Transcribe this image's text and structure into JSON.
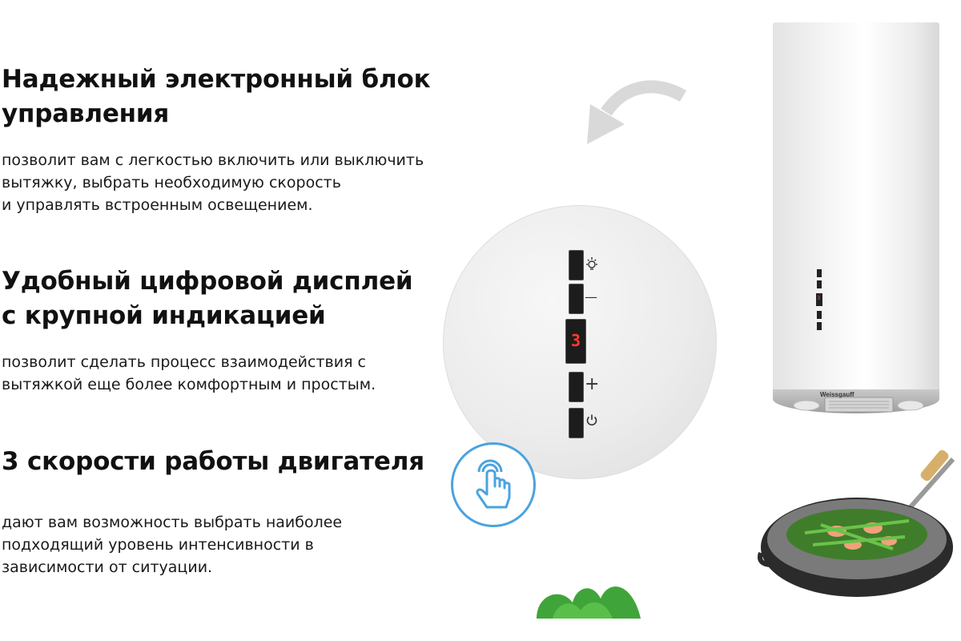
{
  "features": [
    {
      "heading": "Надежный электронный блок\nуправления",
      "text": "позволит вам с легкостью включить или выключить\nвытяжку, выбрать необходимую скорость\nи управлять встроенным освещением."
    },
    {
      "heading": "Удобный цифровой дисплей\nс крупной индикацией",
      "text": "позволит сделать процесс взаимодействия с\nвытяжкой еще более комфортным и простым."
    },
    {
      "heading": "3 скорости работы двигателя",
      "text": "дают вам возможность выбрать наиболее\nподходящий уровень интенсивности в\nзависимости от ситуации."
    }
  ],
  "control_panel": {
    "display_value": "3",
    "minus_symbol": "—",
    "plus_symbol": "+",
    "icons": [
      "light-icon",
      "minus-icon",
      "plus-icon",
      "power-icon"
    ]
  },
  "hood": {
    "brand": "Weissgauff",
    "display_value": "3"
  },
  "colors": {
    "accent_blue": "#4aa3df",
    "display_red": "#ff3b30",
    "arrow_gray": "#d9d9d9"
  }
}
